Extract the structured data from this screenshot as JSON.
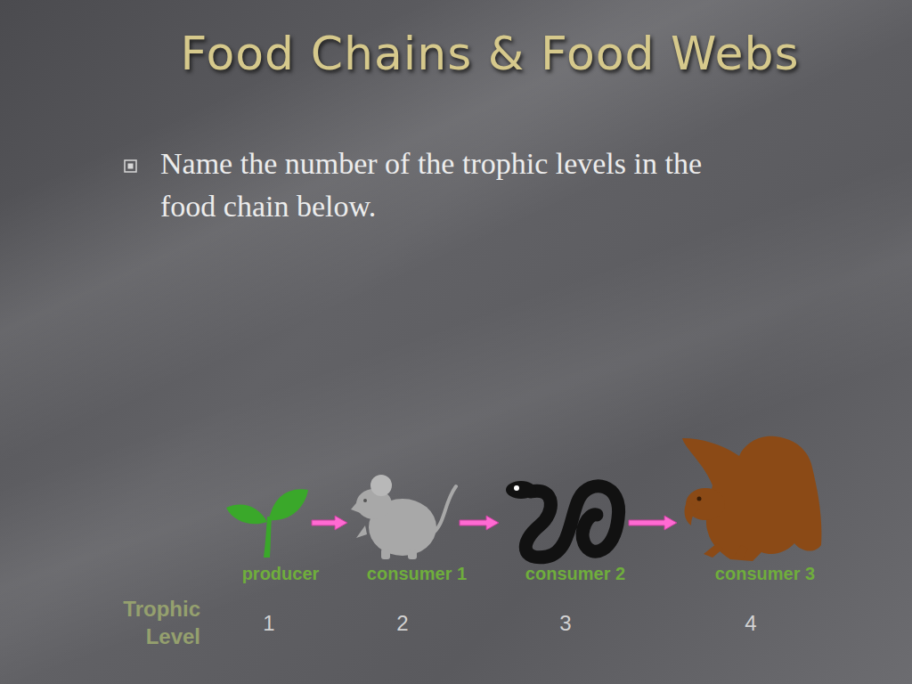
{
  "diagram": {
    "title": "Food Chains & Food Webs",
    "nodes": [
      {
        "text": [
          "producer"
        ]
      },
      {
        "text": [
          "consumer 1"
        ]
      },
      {
        "text": [
          "consumer 2"
        ]
      },
      {
        "text": [
          "consumer 3"
        ]
      }
    ],
    "edges": [
      {
        "from": 0,
        "to": 1,
        "arrow": "to"
      },
      {
        "from": 1,
        "to": 2,
        "arrow": "to"
      },
      {
        "from": 2,
        "to": 3,
        "arrow": "to"
      }
    ],
    "labels": [
      "Name the number of the trophic levels in the food chain below.",
      "Trophic Level",
      "1",
      "2",
      "3",
      "4"
    ]
  }
}
